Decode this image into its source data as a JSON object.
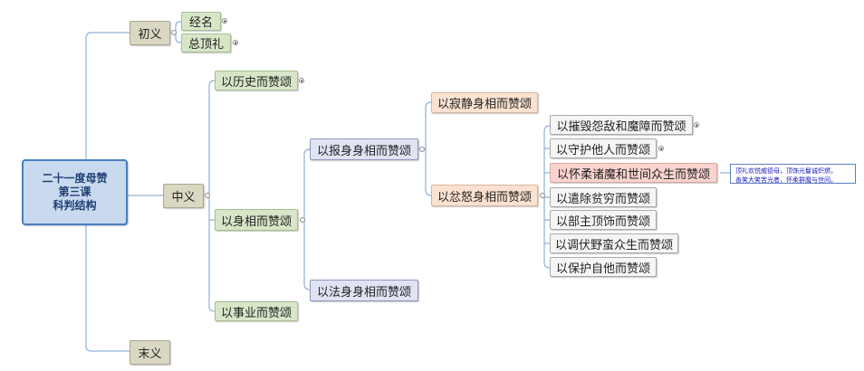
{
  "mindmap": {
    "root": {
      "line1": "二十一度母赞",
      "line2": "第三课",
      "line3": "科判结构"
    },
    "chuyi": "初义",
    "jingming": "经名",
    "zongdingli": "总顶礼",
    "zhongyi": "中义",
    "lishi": "以历史而赞颂",
    "shenxiang": "以身相而赞颂",
    "baoshen": "以报身身相而赞颂",
    "jijing": "以寂静身相而赞颂",
    "fennu": "以忿怒身相而赞颂",
    "cuihui": "以摧毁怨敌和魔障而赞颂",
    "shouhu": "以守护他人而赞颂",
    "huairou": "以怀柔诸魔和世间众生而赞颂",
    "qianchu": "以遣除贫穷而赞颂",
    "buzhu": "以部主顶饰而赞颂",
    "tiaofu": "以调伏野蛮众生而赞颂",
    "baohu": "以保护自他而赞颂",
    "fashen": "以法身身相而赞颂",
    "shiye": "以事业而赞颂",
    "moyi": "末义",
    "note": {
      "line1": "顶礼欢悦威德母，顶饰光鬘诚炽燃，",
      "line2": "善笑大笑苦光者，怀柔群魔与世间。"
    }
  },
  "colors": {
    "connector": "#8fb0d6",
    "root_border": "#4a7fc0"
  }
}
